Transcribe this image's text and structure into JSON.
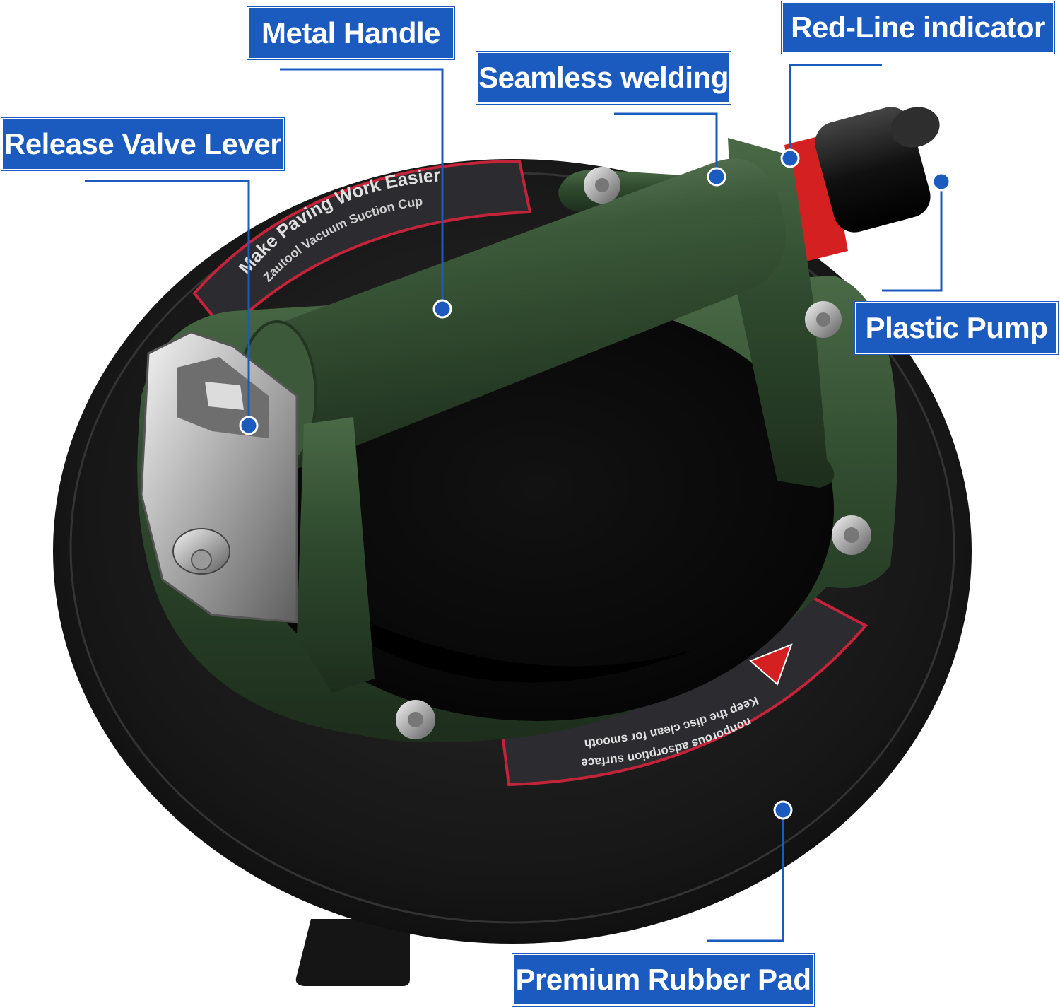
{
  "callouts": {
    "metal_handle": "Metal Handle",
    "seamless_welding": "Seamless welding",
    "red_line_indicator": "Red-Line indicator",
    "release_valve_lever": "Release Valve Lever",
    "plastic_pump": "Plastic Pump",
    "premium_rubber_pad": "Premium Rubber Pad"
  },
  "product_print": {
    "slogan": "Make Paving Work Easier",
    "product_name": "Zautool Vacuum Suction Cup",
    "warning_line1": "Keep the disc clean for smooth",
    "warning_line2": "nonporous adsorption surface"
  },
  "colors": {
    "callout_blue": "#1b5bbf",
    "handle_green": "#2f4a2e",
    "indicator_red": "#d42020",
    "rubber_black": "#1c1c1c"
  }
}
